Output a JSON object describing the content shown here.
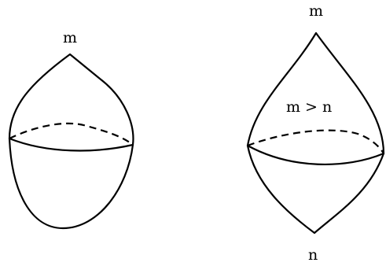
{
  "left_figure": {
    "apex_label": "m"
  },
  "right_figure": {
    "apex_label": "m",
    "relation_label": "m > n",
    "bottom_label": "n"
  }
}
